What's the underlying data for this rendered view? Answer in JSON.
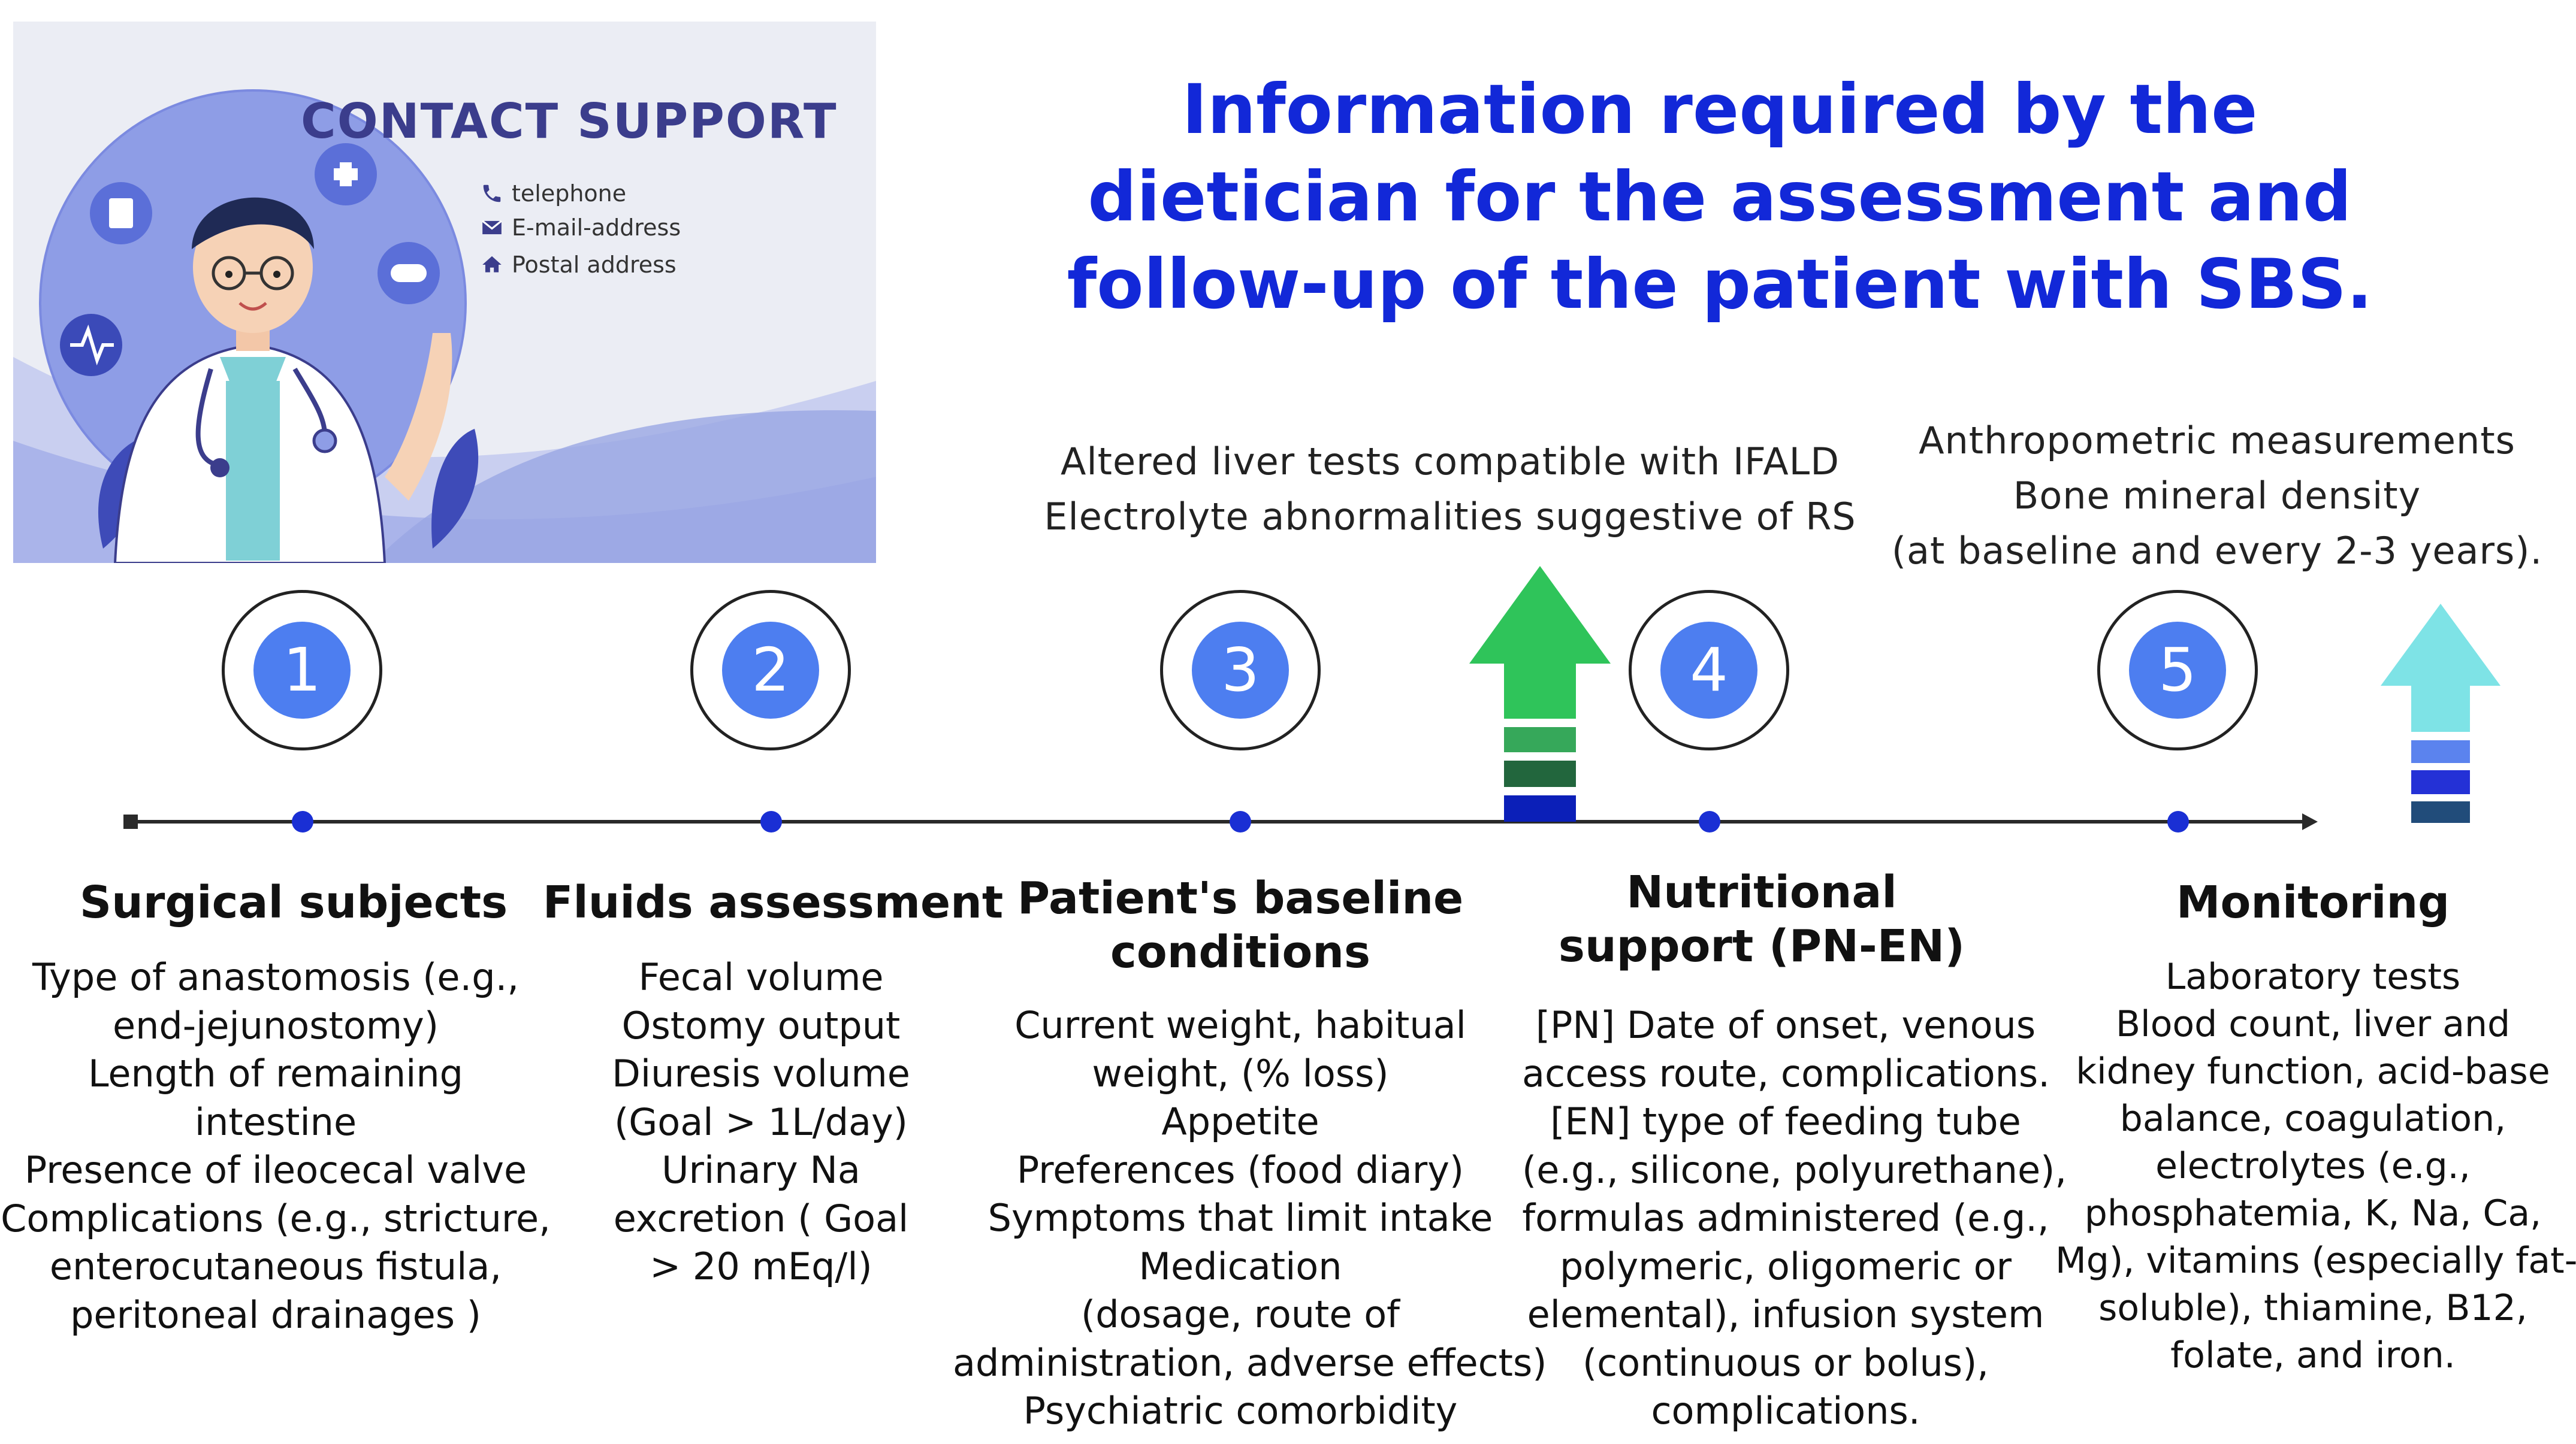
{
  "contact": {
    "title": "CONTACT SUPPORT",
    "telephone_label": "telephone",
    "email_label": "E-mail-address",
    "postal_label": "Postal address"
  },
  "title_lines": [
    "Information required by the",
    "dietician for the assessment and",
    "follow-up of the patient with SBS."
  ],
  "annotations": {
    "liver": [
      "Altered liver tests compatible with IFALD",
      "Electrolyte abnormalities suggestive of RS"
    ],
    "anthro": [
      "Anthropometric measurements",
      "Bone mineral density",
      "(at baseline and every 2-3 years)."
    ]
  },
  "steps": [
    "1",
    "2",
    "3",
    "4",
    "5"
  ],
  "columns": [
    {
      "heading": [
        "Surgical subjects"
      ],
      "body": [
        "Type of anastomosis (e.g.,",
        "end-jejunostomy)",
        "Length of remaining",
        "intestine",
        "Presence of ileocecal valve",
        "Complications (e.g., stricture,",
        "enterocutaneous fistula,",
        "peritoneal drainages )"
      ]
    },
    {
      "heading": [
        "Fluids assessment"
      ],
      "body": [
        "Fecal volume",
        "Ostomy output",
        "Diuresis volume",
        "(Goal > 1L/day)",
        "Urinary Na",
        "excretion ( Goal",
        "> 20 mEq/l)"
      ]
    },
    {
      "heading": [
        "Patient's baseline",
        "conditions"
      ],
      "body": [
        "Current weight, habitual",
        "weight, (% loss)",
        "Appetite",
        "Preferences (food diary)",
        "Symptoms that limit intake",
        "Medication",
        "(dosage, route of",
        "administration, adverse effects)",
        "Psychiatric comorbidity"
      ]
    },
    {
      "heading": [
        "Nutritional",
        "support (PN-EN)"
      ],
      "body": [
        "[PN] Date of onset, venous",
        "access route, complications.",
        "[EN] type of feeding tube",
        "(e.g., silicone, polyurethane),",
        "formulas administered (e.g.,",
        "polymeric, oligomeric or",
        "elemental), infusion system",
        "(continuous or bolus),",
        "complications."
      ]
    },
    {
      "heading": [
        "Monitoring"
      ],
      "body": [
        "Laboratory tests",
        "Blood count, liver and",
        "kidney function, acid-base",
        "balance, coagulation,",
        "electrolytes (e.g.,",
        "phosphatemia, K, Na, Ca,",
        "Mg), vitamins (especially fat-",
        "soluble), thiamine, B12,",
        "folate, and iron."
      ]
    }
  ],
  "colors": {
    "title": "#1228d8",
    "step_fill": "#4d7ef0",
    "green_arrow": "#2fc45a",
    "cyan_arrow": "#7ee3e6",
    "contact_title": "#3b3d8c"
  }
}
